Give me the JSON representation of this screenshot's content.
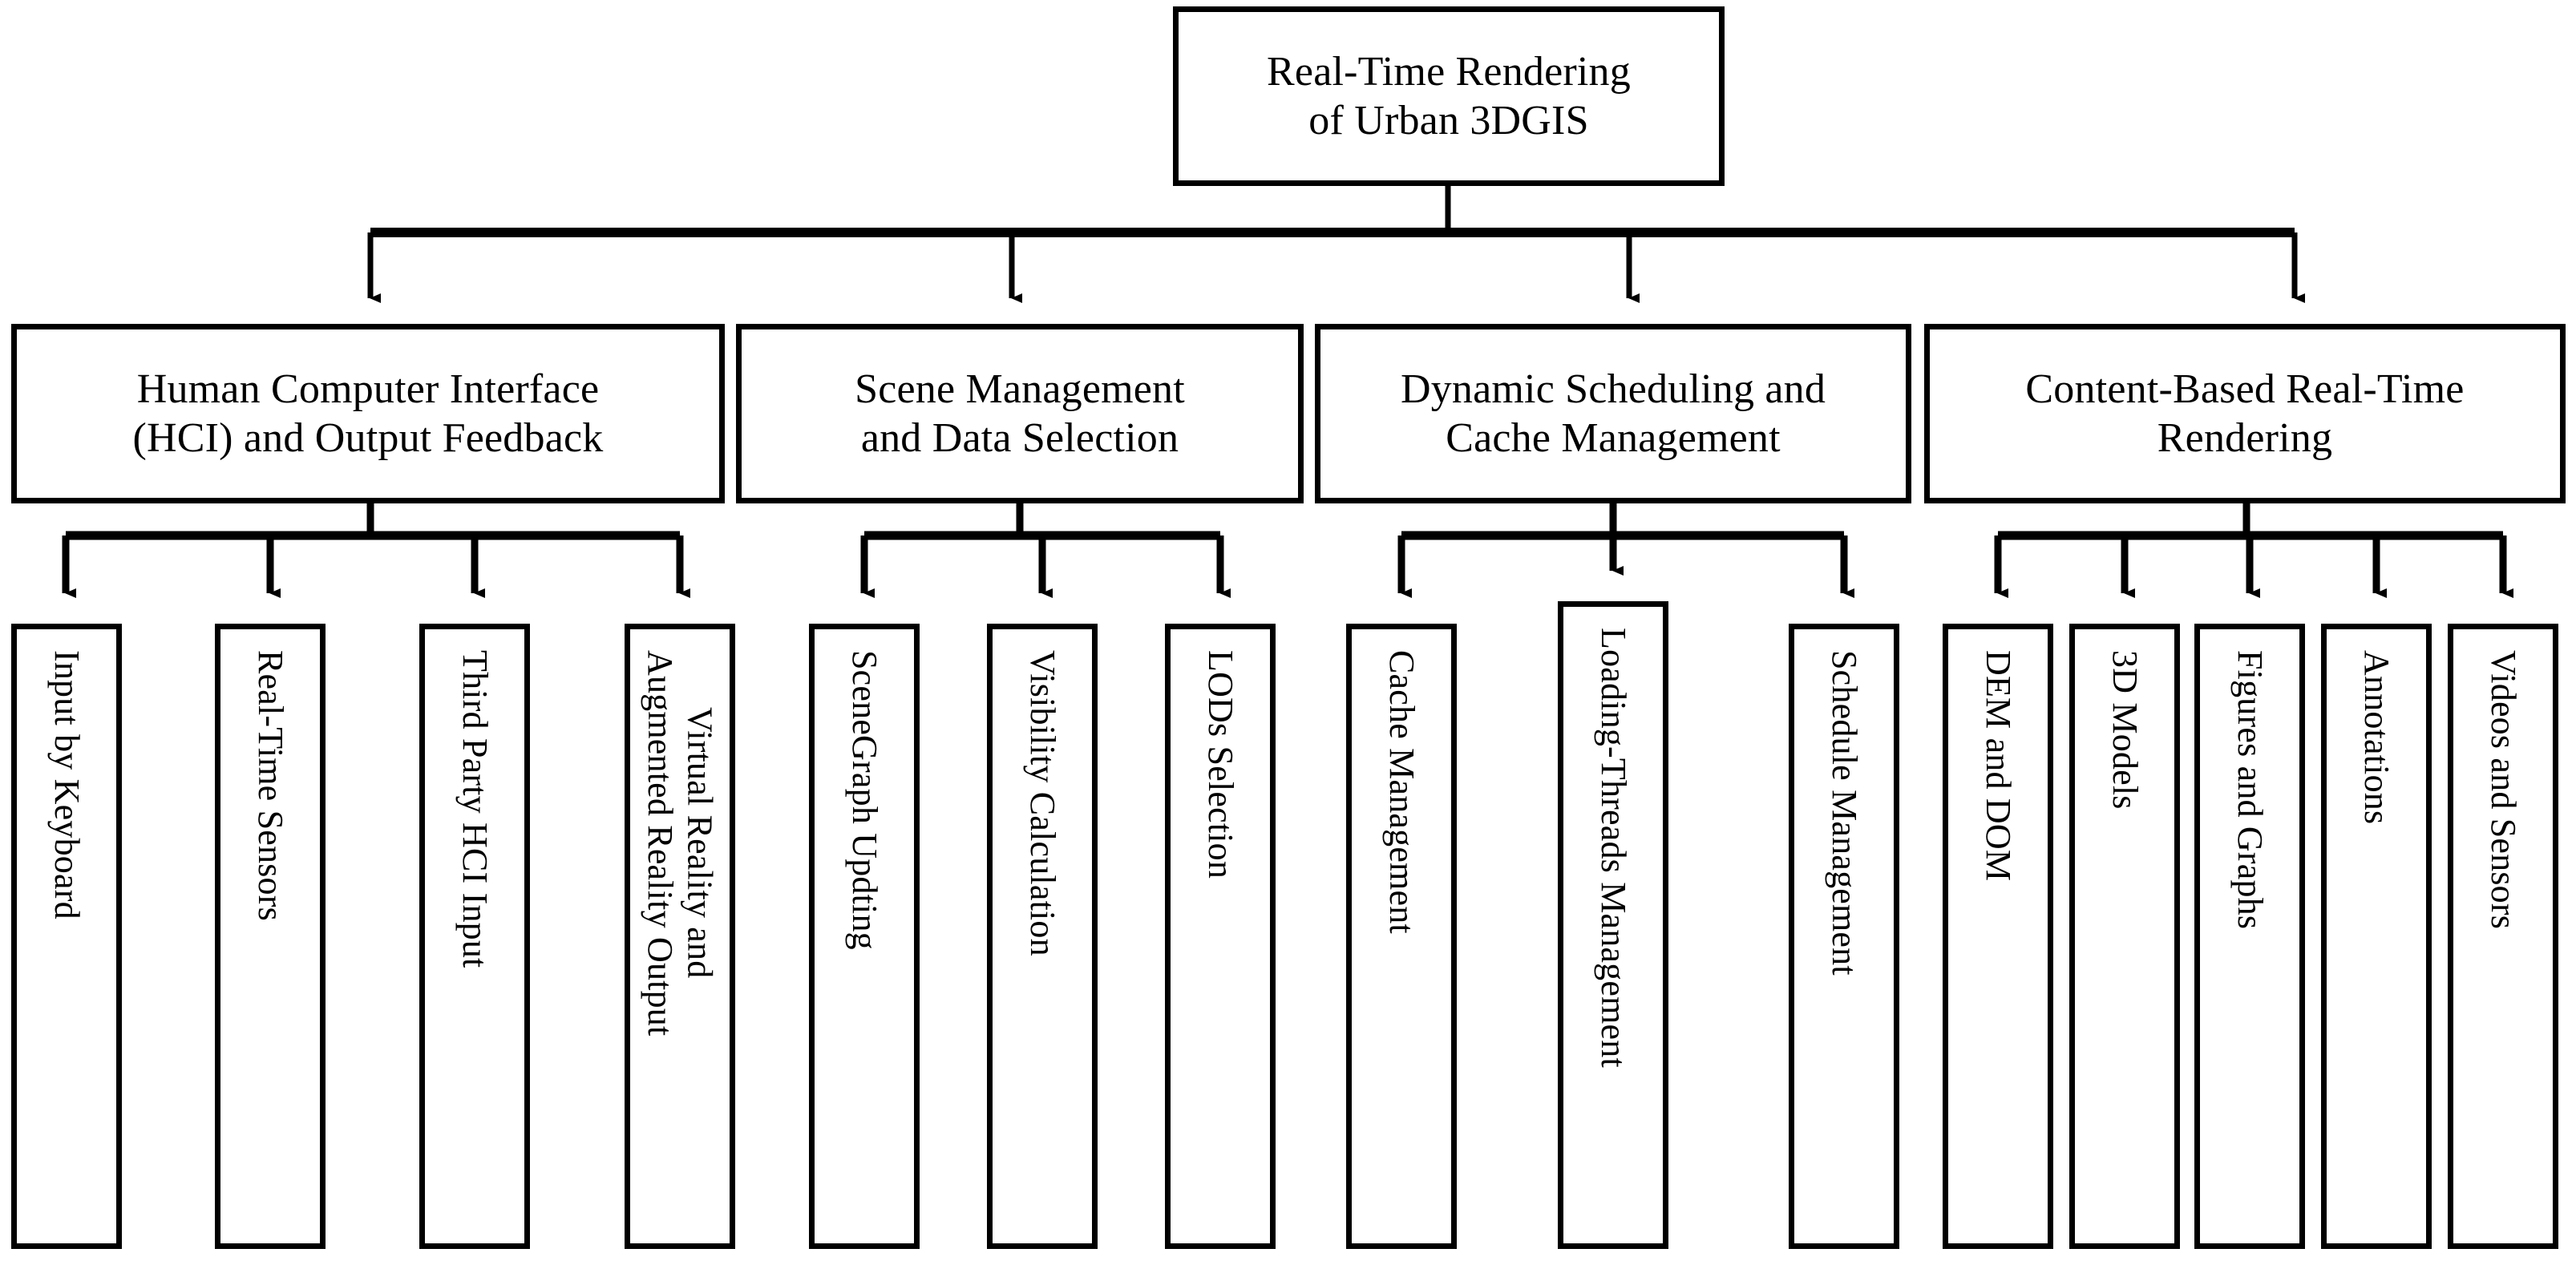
{
  "diagram": {
    "title": "Real-Time Rendering of Urban 3DGIS",
    "type": "hierarchical block diagram",
    "colors": {
      "stroke": "#000000",
      "fill": "#ffffff",
      "text": "#000000"
    },
    "root": {
      "label": "Real-Time Rendering\nof Urban 3DGIS"
    },
    "branches": [
      {
        "label": "Human Computer Interface\n(HCI) and Output Feedback",
        "children": [
          {
            "label": "Input by Keyboard"
          },
          {
            "label": "Real-Time Sensors"
          },
          {
            "label": "Third Party HCI Input"
          },
          {
            "label": "Virtual Reality and\nAugmented Reality Output"
          }
        ]
      },
      {
        "label": "Scene Management\nand Data Selection",
        "children": [
          {
            "label": "SceneGraph Updting"
          },
          {
            "label": "Visibility Calculation"
          },
          {
            "label": "LODs Selection"
          }
        ]
      },
      {
        "label": "Dynamic Scheduling and\nCache Management",
        "children": [
          {
            "label": "Cache Management"
          },
          {
            "label": "Loading-Threads Management"
          },
          {
            "label": "Schedule Management"
          }
        ]
      },
      {
        "label": "Content-Based Real-Time\nRendering",
        "children": [
          {
            "label": "DEM and DOM"
          },
          {
            "label": "3D Models"
          },
          {
            "label": "Figures and Graphs"
          },
          {
            "label": "Annotations"
          },
          {
            "label": "Videos and Sensors"
          }
        ]
      }
    ]
  }
}
